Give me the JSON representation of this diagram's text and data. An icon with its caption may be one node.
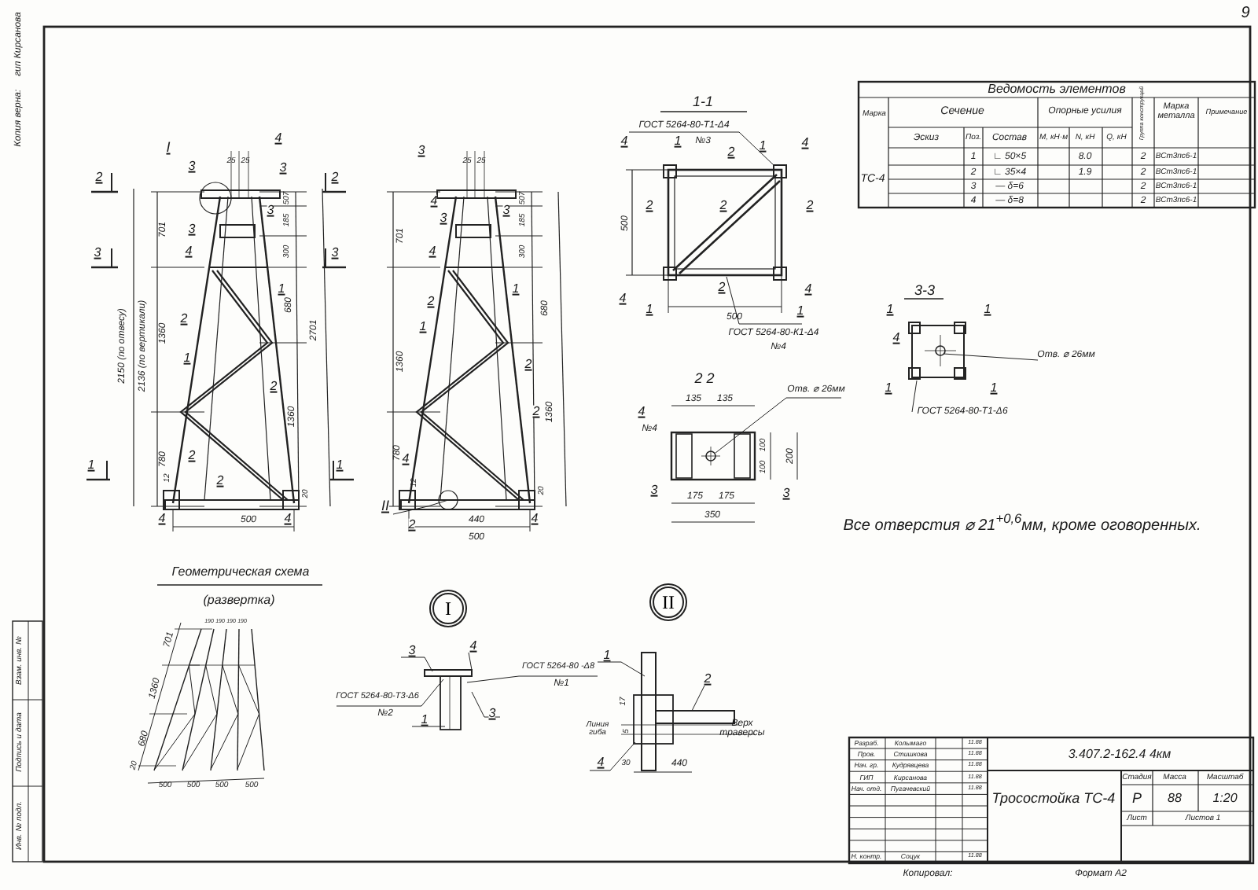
{
  "diagram": {
    "nodes": [
      {
        "text": [
          "I"
        ]
      },
      {
        "text": [
          "II"
        ]
      }
    ],
    "labels": [
      "9",
      "Копия верна:",
      "гип Кирсанова",
      "Инв. № подл.",
      "Подпись и дата",
      "Взам. инв. №",
      "I",
      "4",
      "25",
      "25",
      "3",
      "3",
      "3",
      "3",
      "4",
      "1",
      "2",
      "1",
      "2",
      "2",
      "2",
      "4",
      "500",
      "4",
      "12",
      "20",
      "701",
      "1360",
      "780",
      "2150 (по отвесу)",
      "2136 (по вертикали)",
      "507",
      "185",
      "300",
      "680",
      "1360",
      "2701",
      "2",
      "2",
      "3",
      "3",
      "1",
      "1",
      "3",
      "25",
      "25",
      "4",
      "3",
      "3",
      "4",
      "2",
      "1",
      "1",
      "2",
      "2",
      "4",
      "II",
      "2",
      "440",
      "4",
      "500",
      "12",
      "20",
      "701",
      "1360",
      "780",
      "507",
      "185",
      "300",
      "680",
      "1360",
      "1-1",
      "ГОСТ 5264-80-Т1-Δ4",
      "4",
      "1",
      "№3",
      "2",
      "1",
      "4",
      "2",
      "2",
      "2",
      "500",
      "4",
      "1",
      "2",
      "4",
      "1",
      "500",
      "ГОСТ 5264-80-К1-Δ4",
      "№4",
      "2 2",
      "Отв. ⌀ 26мм",
      "135",
      "135",
      "4",
      "№4",
      "100",
      "100",
      "200",
      "3",
      "3",
      "175",
      "175",
      "350",
      "Ведомость элементов",
      "Марка",
      "Сечение",
      "Опорные усилия",
      "Группа конструкций",
      "Марка металла",
      "Примечание",
      "Эскиз",
      "Поз.",
      "Состав",
      "М, кН·м",
      "N, кН",
      "Q, кН",
      "ТС-4",
      "1",
      "∟ 50×5",
      "8.0",
      "2",
      "ВСт3пс6-1",
      "2",
      "∟ 35×4",
      "1.9",
      "2",
      "ВСт3пс6-1",
      "3",
      "— δ=6",
      "2",
      "ВСт3пс6-1",
      "4",
      "— δ=8",
      "2",
      "ВСт3пс6-1",
      "3-3",
      "1",
      "1",
      "4",
      "Отв. ⌀ 26мм",
      "1",
      "1",
      "ГОСТ 5264-80-Т1-Δ6",
      "Все отверстия ⌀ 21$^{+0,6}$мм, кроме оговоренных.",
      "Геометрическая схема",
      "(развертка)",
      "701",
      "1360",
      "680",
      "20",
      "500",
      "500",
      "500",
      "500",
      "190",
      "190",
      "190",
      "190",
      "3",
      "4",
      "ГОСТ 5264-80-Т3-Δ6",
      "№2",
      "1",
      "3",
      "ГОСТ 5264-80 -Δ8",
      "№1",
      "1",
      "2",
      "17",
      "Линия гиба",
      "5",
      "Верх траверсы",
      "4",
      "30",
      "440",
      "Разраб.",
      "Колымаго",
      "Пров.",
      "Стишкова",
      "Нач. гр.",
      "Кудрявцева",
      "ГИП",
      "Кирсанова",
      "Нач. отд.",
      "Пугачевский",
      "Н. контр.",
      "Соцук",
      "11.88",
      "11.88",
      "11.88",
      "11.88",
      "11.88",
      "11.88",
      "3.407.2-162.4  4км",
      "Тросостойка ТС-4",
      "Стадия",
      "Масса",
      "Масштаб",
      "Р",
      "88",
      "1:20",
      "Лист",
      "Листов 1",
      "Копировал:",
      "Формат А2"
    ]
  }
}
